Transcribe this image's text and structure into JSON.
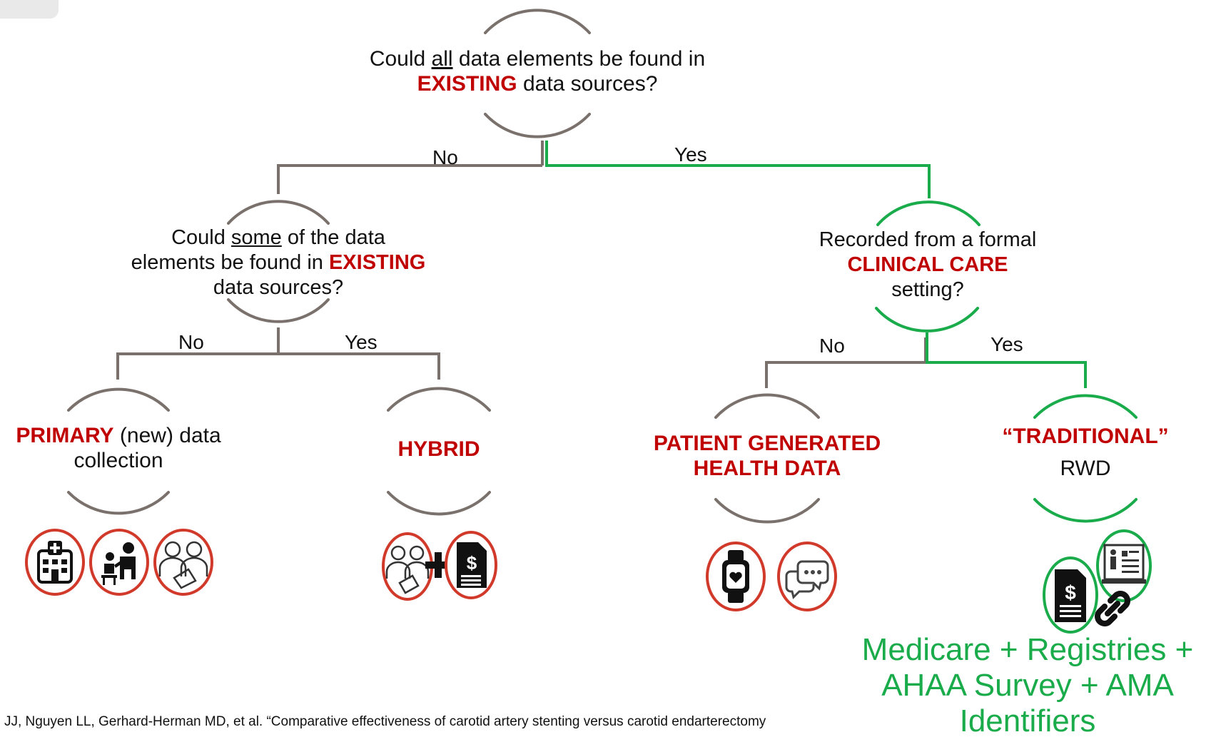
{
  "root": {
    "pre": "Could ",
    "emph": "all",
    "post": " data elements be found in",
    "key": "EXISTING",
    "tail": " data sources?"
  },
  "branch_labels": {
    "root_no": "No",
    "root_yes": "Yes",
    "left_no": "No",
    "left_yes": "Yes",
    "right_no": "No",
    "right_yes": "Yes"
  },
  "left_question": {
    "pre": "Could ",
    "emph": "some",
    "post": " of the data",
    "line2": "elements be found in ",
    "key": "EXISTING",
    "line3": "data sources?"
  },
  "right_question": {
    "line1": "Recorded from a formal",
    "key": "CLINICAL CARE",
    "line3": "setting?"
  },
  "leaves": {
    "primary": {
      "key": "PRIMARY",
      "rest": " (new) data",
      "line2": "collection"
    },
    "hybrid": {
      "key": "HYBRID"
    },
    "pghd": {
      "line1": "PATIENT GENERATED",
      "line2": "HEALTH DATA"
    },
    "traditional": {
      "key": "“TRADITIONAL”",
      "line2": "RWD"
    }
  },
  "icons": {
    "primary": [
      "hospital-icon",
      "doctor-patient-icon",
      "people-form-icon"
    ],
    "hybrid": [
      "people-form-icon",
      "plus-icon",
      "bill-icon"
    ],
    "pghd": [
      "smartwatch-icon",
      "chat-icon"
    ],
    "traditional": [
      "bill-icon",
      "medical-record-icon",
      "link-icon"
    ]
  },
  "green_note": {
    "line1": "Medicare + Registries +",
    "line2": "AHAA Survey + AMA",
    "line3": "Identifiers"
  },
  "citation": "JJ, Nguyen LL, Gerhard-Herman MD, et al. “Comparative effectiveness of carotid artery stenting versus carotid endarterectomy",
  "colors": {
    "gray": "#7a716c",
    "green": "#1aab4b",
    "red": "#c00000",
    "icon_ring": "#d13a2a"
  }
}
